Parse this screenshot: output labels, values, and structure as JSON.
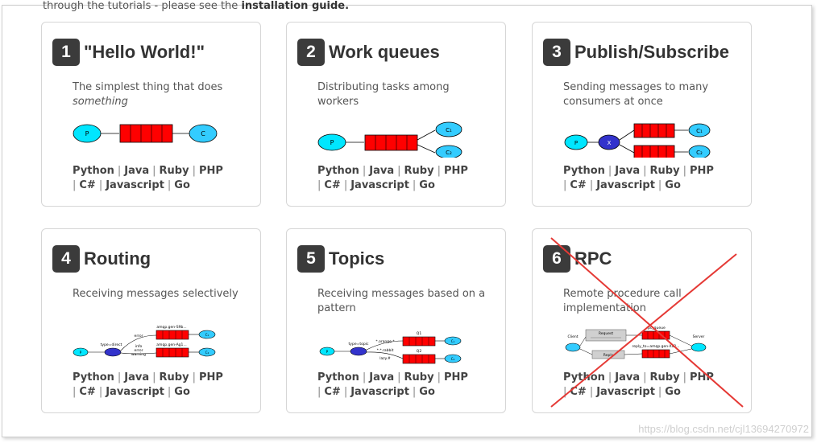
{
  "intro": {
    "prefix": "through the tutorials - please see the ",
    "link": "installation guide."
  },
  "cards": [
    {
      "num": "1",
      "title": "\"Hello World!\"",
      "desc_plain": "The simplest thing that does",
      "desc_em": "something",
      "diagram_labels": [
        "P",
        "C"
      ]
    },
    {
      "num": "2",
      "title": "Work queues",
      "desc_plain": "Distributing tasks among workers",
      "desc_em": "",
      "diagram_labels": [
        "P",
        "C₁",
        "C₂"
      ]
    },
    {
      "num": "3",
      "title": "Publish/Subscribe",
      "desc_plain": "Sending messages to many consumers at once",
      "desc_em": "",
      "diagram_labels": [
        "P",
        "X",
        "C₁",
        "C₂"
      ]
    },
    {
      "num": "4",
      "title": "Routing",
      "desc_plain": "Receiving messages selectively",
      "desc_em": "",
      "diagram_labels": [
        "P",
        "type=direct",
        "error",
        "info",
        "error",
        "warning",
        "amqp.gen-S9b...",
        "amqp.gen-Ag1...",
        "C₁",
        "C₂"
      ]
    },
    {
      "num": "5",
      "title": "Topics",
      "desc_plain": "Receiving messages based on a pattern",
      "desc_em": "",
      "diagram_labels": [
        "P",
        "type=topic",
        "*.orange.*",
        "*.*.rabbit",
        "lazy.#",
        "Q1",
        "Q2",
        "C₁",
        "C₂"
      ]
    },
    {
      "num": "6",
      "title": "RPC",
      "desc_plain": "Remote procedure call implementation",
      "desc_em": "",
      "diagram_labels": [
        "Client",
        "Server",
        "rpc_queue",
        "reply_to=amqp.gen-Xa2...",
        "Request",
        "Reply"
      ]
    }
  ],
  "languages": [
    "Python",
    "Java",
    "Ruby",
    "PHP",
    "C#",
    "Javascript",
    "Go"
  ],
  "watermark": "https://blog.csdn.net/cjl13694270972",
  "colors": {
    "queue": "#ff0000",
    "producer": "#00e6ff",
    "consumer": "#33ccff",
    "exchange": "#3333cc",
    "cross": "#e53935"
  }
}
